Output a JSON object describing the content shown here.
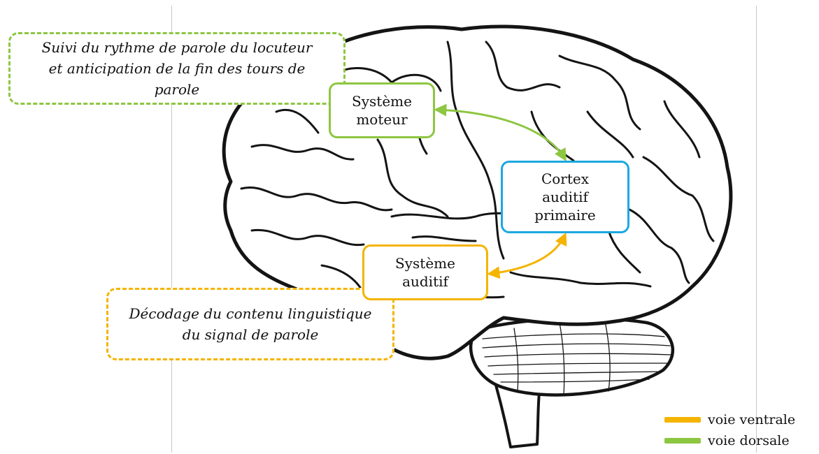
{
  "colors": {
    "dorsal": "#8dc641",
    "ventral": "#f4b400",
    "auditory_cortex": "#1ba8e0",
    "brain_outline": "#141414"
  },
  "nodes": {
    "motor": "Système\nmoteur",
    "cortex": "Cortex\nauditif\nprimaire",
    "auditory": "Système\nauditif"
  },
  "notes": {
    "dorsal": "Suivi du rythme de parole du locuteur\net anticipation de la fin des tours de\nparole",
    "ventral": "Décodage du contenu linguistique\ndu signal de parole"
  },
  "legend": [
    {
      "label": "voie ventrale",
      "color": "#f4b400"
    },
    {
      "label": "voie dorsale",
      "color": "#8dc641"
    }
  ]
}
